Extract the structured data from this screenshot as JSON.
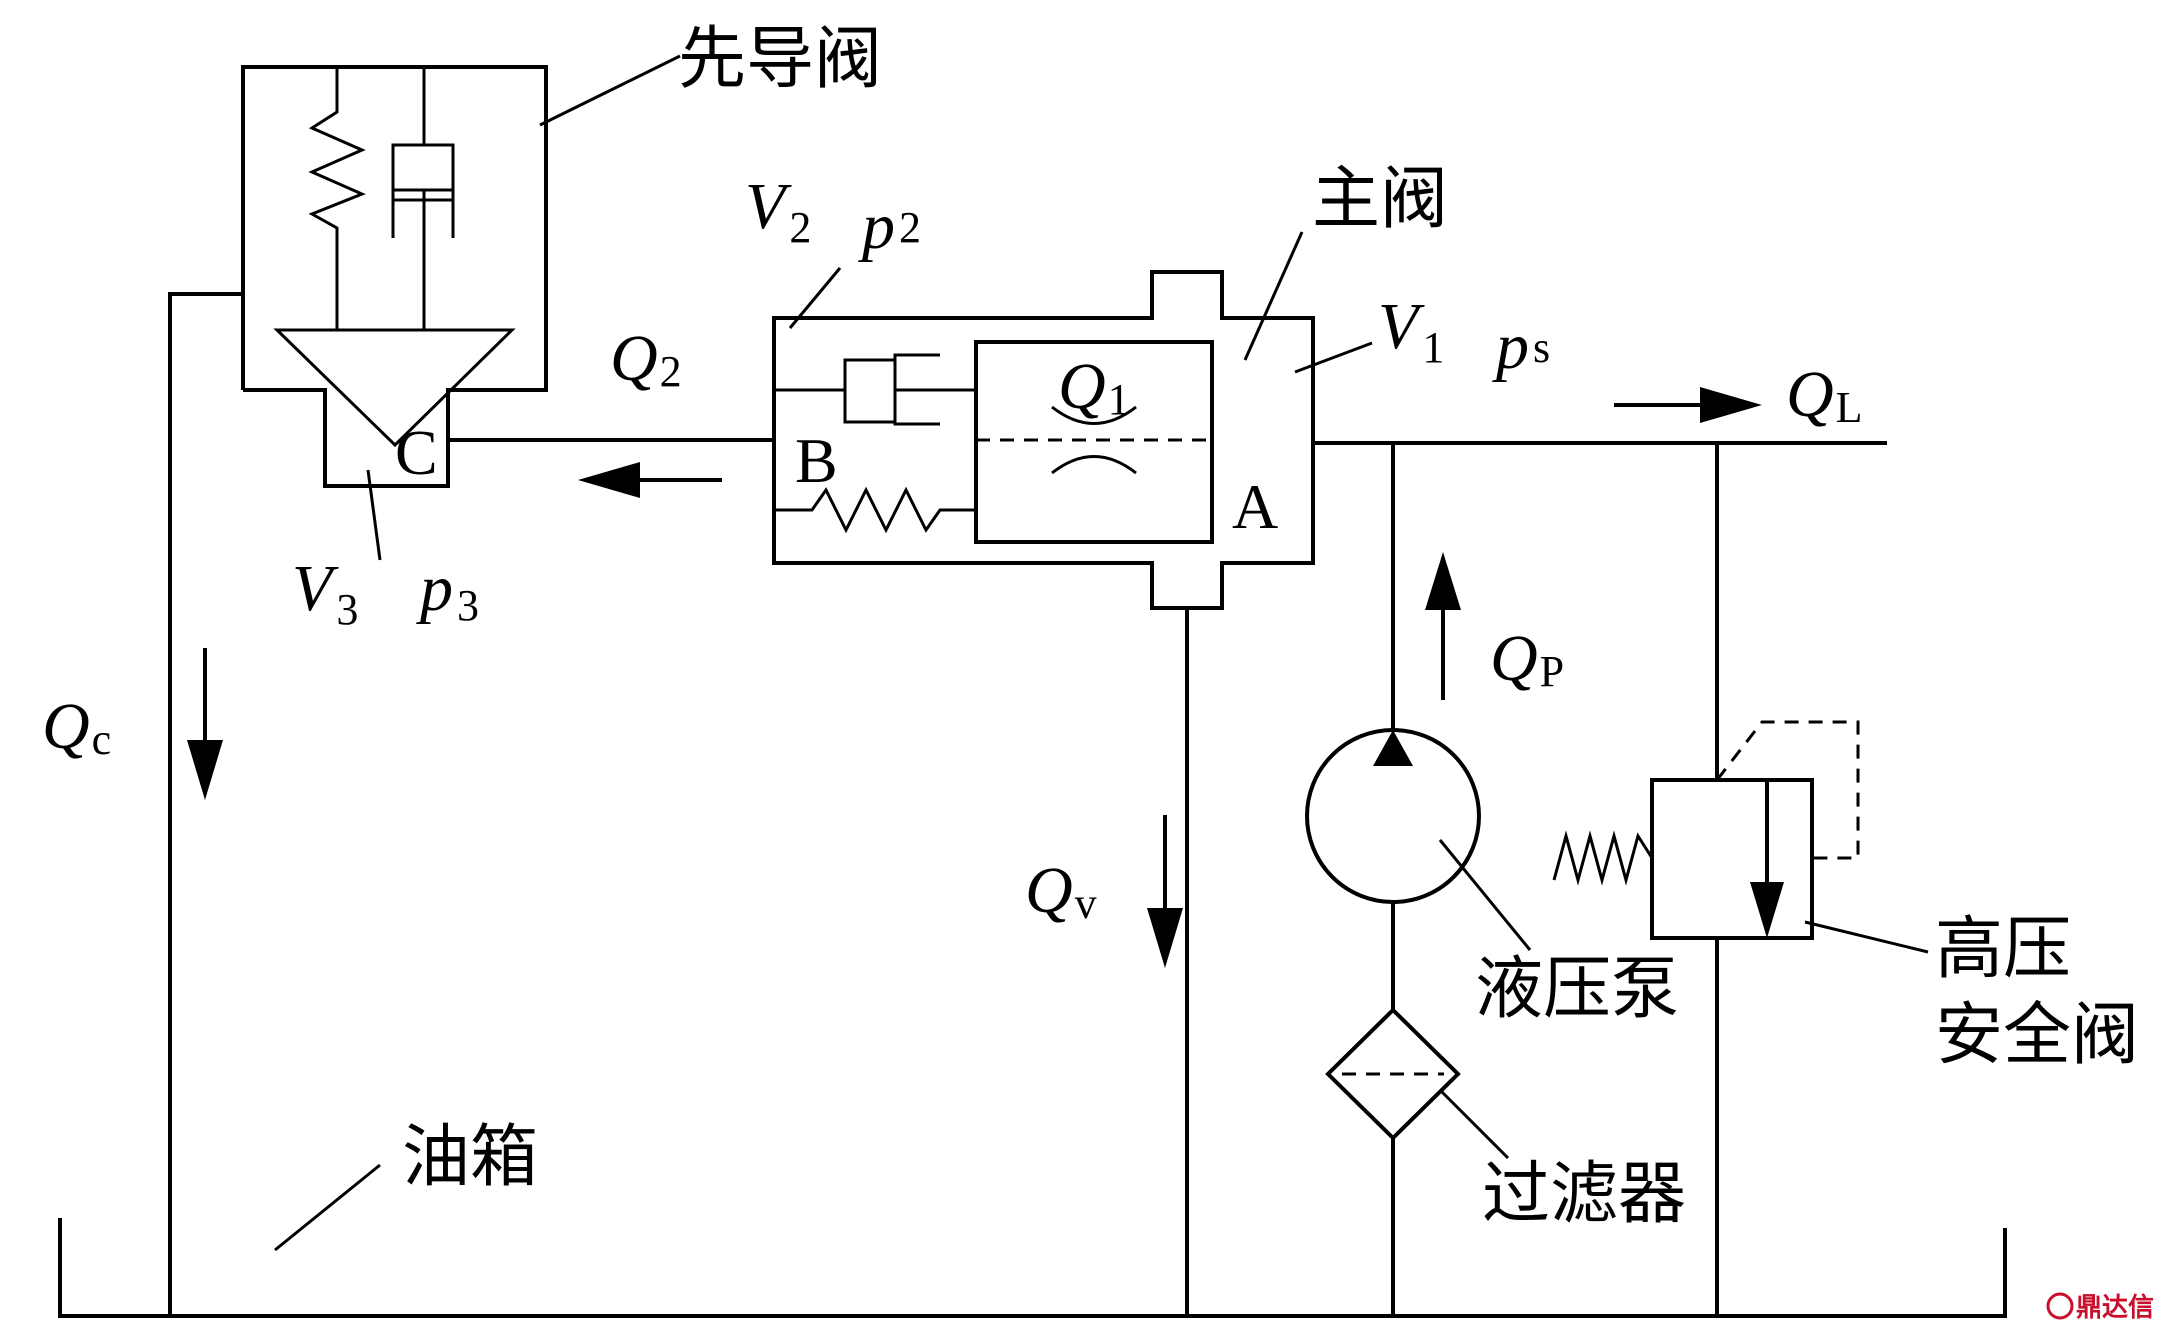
{
  "labels": {
    "pilot_valve": "先导阀",
    "main_valve": "主阀",
    "hydraulic_pump": "液压泵",
    "relief_valve_line1": "高压",
    "relief_valve_line2": "安全阀",
    "filter": "过滤器",
    "oil_tank": "油箱"
  },
  "symbols": {
    "V2": {
      "base": "V",
      "sub": "2"
    },
    "p2": {
      "base": "p",
      "sub": "2"
    },
    "V1": {
      "base": "V",
      "sub": "1"
    },
    "ps": {
      "base": "p",
      "sub": "s"
    },
    "V3": {
      "base": "V",
      "sub": "3"
    },
    "p3": {
      "base": "p",
      "sub": "3"
    },
    "Q2": {
      "base": "Q",
      "sub": "2"
    },
    "Q1": {
      "base": "Q",
      "sub": "1"
    },
    "QL": {
      "base": "Q",
      "sub": "L"
    },
    "QP": {
      "base": "Q",
      "sub": "P"
    },
    "Qc": {
      "base": "Q",
      "sub": "c"
    },
    "Qv": {
      "base": "Q",
      "sub": "v"
    }
  },
  "points": {
    "A": "A",
    "B": "B",
    "C": "C"
  },
  "watermark": {
    "icon": "logo-icon",
    "text": "鼎达信"
  }
}
